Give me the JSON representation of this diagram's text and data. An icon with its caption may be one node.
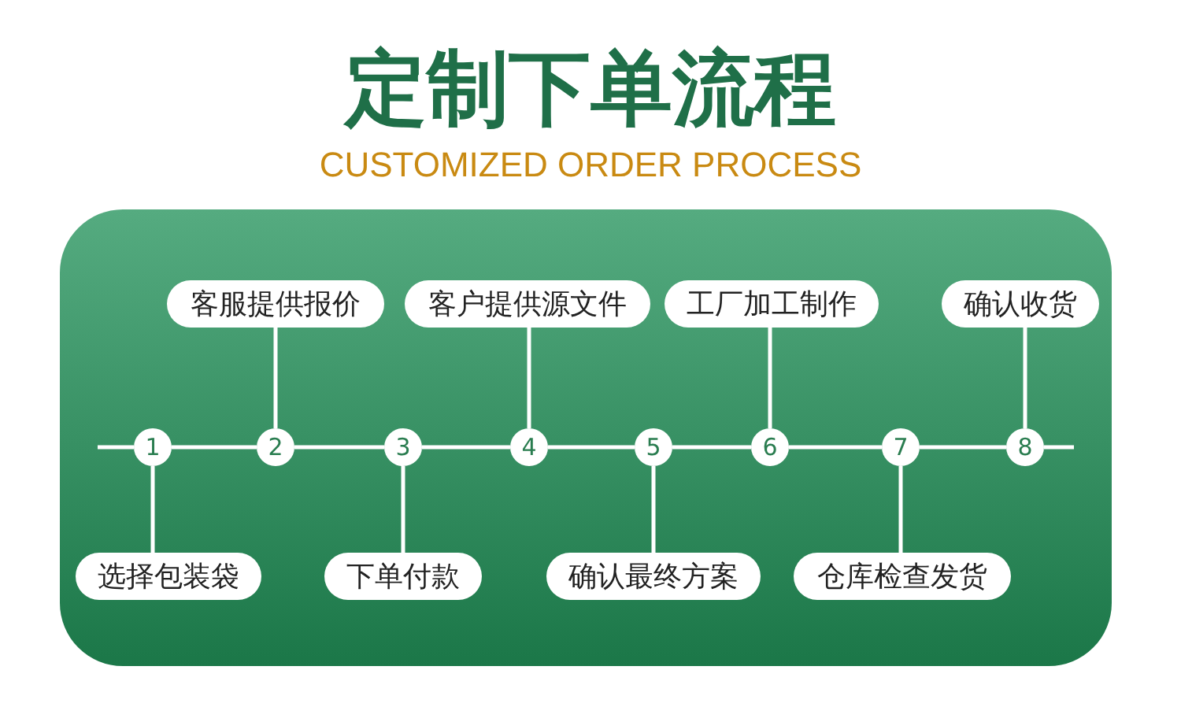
{
  "diagram": {
    "title": "定制下单流程",
    "nodes": [
      {
        "text": [
          "1"
        ]
      },
      {
        "text": [
          "2"
        ]
      },
      {
        "text": [
          "3"
        ]
      },
      {
        "text": [
          "4"
        ]
      },
      {
        "text": [
          "5"
        ]
      },
      {
        "text": [
          "6"
        ]
      },
      {
        "text": [
          "7"
        ]
      },
      {
        "text": [
          "8"
        ]
      },
      {
        "text": [
          "选择包装袋"
        ]
      },
      {
        "text": [
          "客服提供报价"
        ]
      },
      {
        "text": [
          "下单付款"
        ]
      },
      {
        "text": [
          "客户提供源文件"
        ]
      },
      {
        "text": [
          "确认最终方案"
        ]
      },
      {
        "text": [
          "工厂加工制作"
        ]
      },
      {
        "text": [
          "仓库检查发货"
        ]
      },
      {
        "text": [
          "确认收货"
        ]
      }
    ],
    "edges": [
      {
        "from": 0,
        "to": 1,
        "arrow": "none"
      },
      {
        "from": 1,
        "to": 2,
        "arrow": "none"
      },
      {
        "from": 2,
        "to": 3,
        "arrow": "none"
      },
      {
        "from": 3,
        "to": 4,
        "arrow": "none"
      },
      {
        "from": 4,
        "to": 5,
        "arrow": "none"
      },
      {
        "from": 5,
        "to": 6,
        "arrow": "none"
      },
      {
        "from": 6,
        "to": 7,
        "arrow": "none"
      },
      {
        "from": 8,
        "to": 0,
        "arrow": "none"
      },
      {
        "from": 9,
        "to": 1,
        "arrow": "none"
      },
      {
        "from": 10,
        "to": 2,
        "arrow": "none"
      },
      {
        "from": 11,
        "to": 3,
        "arrow": "none"
      },
      {
        "from": 12,
        "to": 4,
        "arrow": "none"
      },
      {
        "from": 13,
        "to": 5,
        "arrow": "none"
      },
      {
        "from": 14,
        "to": 6,
        "arrow": "none"
      },
      {
        "from": 15,
        "to": 7,
        "arrow": "none"
      }
    ],
    "labels": [
      "CUSTOMIZED ORDER PROCESS"
    ]
  }
}
